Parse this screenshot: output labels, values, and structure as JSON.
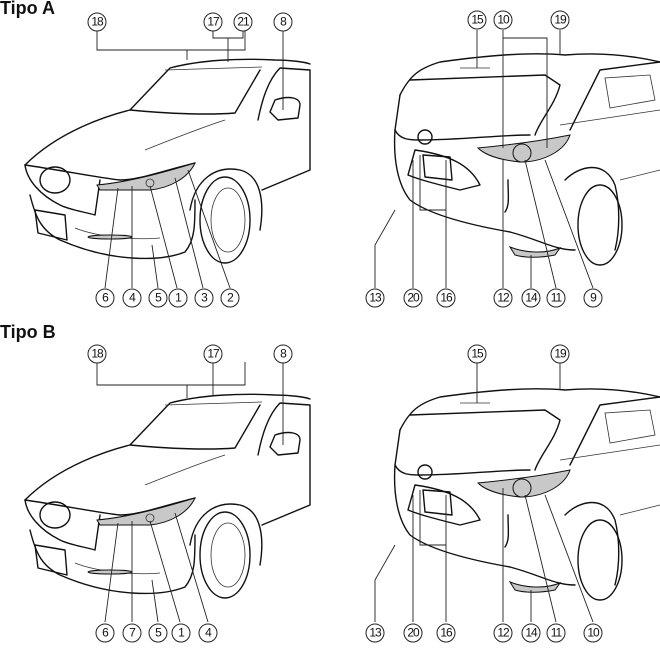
{
  "title_a": "Tipo A",
  "title_b": "Tipo B",
  "tipo_a": {
    "front_labels": [
      "18",
      "17",
      "21",
      "8",
      "6",
      "4",
      "5",
      "1",
      "3",
      "2"
    ],
    "rear_labels": [
      "15",
      "10",
      "19",
      "13",
      "20",
      "16",
      "12",
      "14",
      "11",
      "9"
    ]
  },
  "tipo_b": {
    "front_labels": [
      "18",
      "17",
      "8",
      "6",
      "7",
      "5",
      "1",
      "4"
    ],
    "rear_labels": [
      "15",
      "19",
      "13",
      "20",
      "16",
      "12",
      "14",
      "11",
      "10"
    ]
  }
}
